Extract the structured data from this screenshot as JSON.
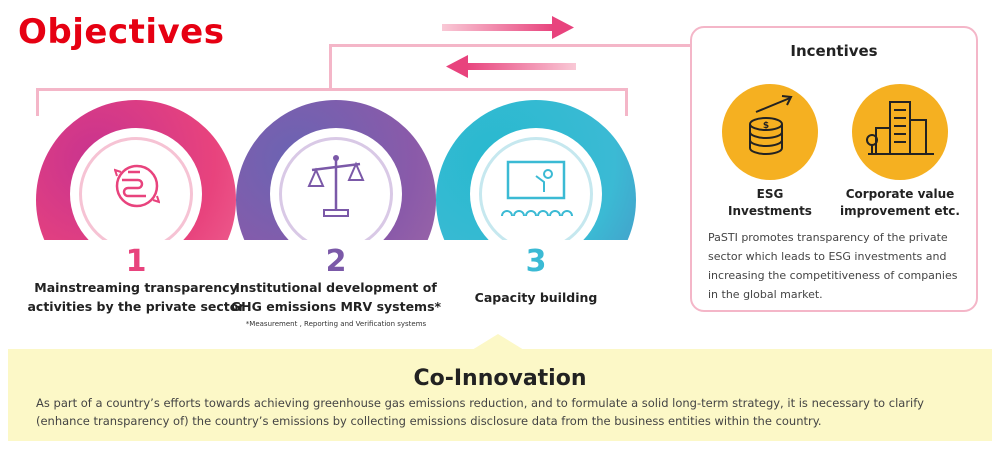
{
  "title": "Objectives",
  "objectives": [
    {
      "number": "1",
      "label_line1": "Mainstreaming transparency",
      "label_line2": "activities by the private sector",
      "icon": "globe-cycle-icon",
      "color": "#e8437d"
    },
    {
      "number": "2",
      "label_line1": "Institutional development of",
      "label_line2": "GHG emissions MRV systems*",
      "icon": "balance-scale-icon",
      "color": "#7b59a8",
      "note": "*Measurement , Reporting and Verification systems"
    },
    {
      "number": "3",
      "label_line1": "Capacity building",
      "label_line2": "",
      "icon": "presentation-classroom-icon",
      "color": "#3bbad4"
    }
  ],
  "incentives": {
    "title": "Incentives",
    "items": [
      {
        "line1": "ESG",
        "line2": "Investments",
        "icon": "coin-stack-growth-icon"
      },
      {
        "line1": "Corporate value",
        "line2": "improvement etc.",
        "icon": "office-buildings-icon"
      }
    ],
    "description": "PaSTI promotes transparency of the private sector which leads to ESG investments and increasing the competitiveness of companies in the global market.",
    "accent": "#f5b021"
  },
  "co_innovation": {
    "title": "Co-Innovation",
    "text": "As part of a country’s efforts towards achieving greenhouse gas emissions reduction, and to formulate a solid long-term strategy, it is necessary to clarify (enhance transparency of) the country’s  emissions by collecting emissions disclosure data from the  business entities within the country."
  },
  "colors": {
    "title_red": "#e60012",
    "bracket_pink": "#f4b6c8",
    "arrow_pink": "#e8437d",
    "banner_yellow": "#fcf8c7"
  }
}
